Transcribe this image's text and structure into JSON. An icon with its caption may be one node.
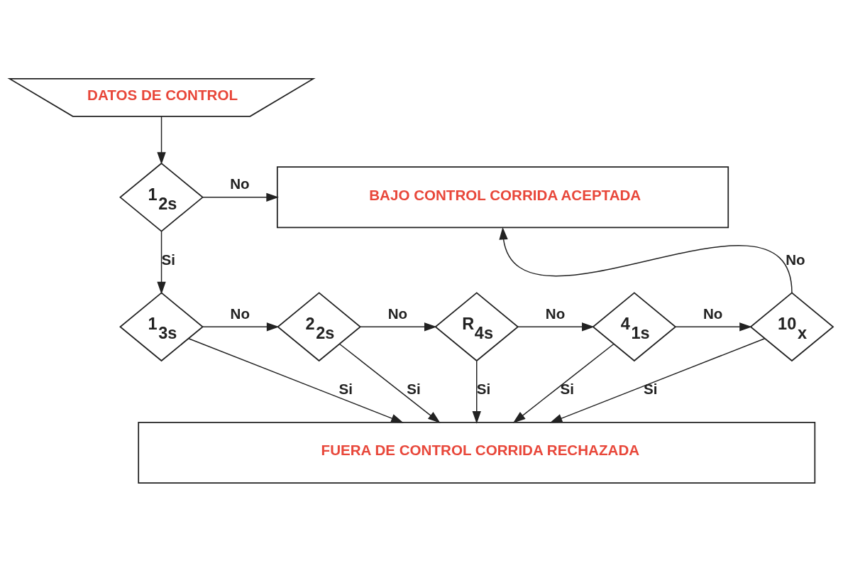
{
  "diagram": {
    "nodes": [
      {
        "text": [
          "DATOS DE CONTROL"
        ]
      },
      {
        "text": [
          "1$_{2s}$"
        ]
      },
      {
        "text": [
          "BAJO CONTROL CORRIDA ACEPTADA"
        ]
      },
      {
        "text": [
          "1$_{3s}$"
        ]
      },
      {
        "text": [
          "2$_{2s}$"
        ]
      },
      {
        "text": [
          "R$_{4s}$"
        ]
      },
      {
        "text": [
          "4$_{1s}$"
        ]
      },
      {
        "text": [
          "10$_{x}$"
        ]
      },
      {
        "text": [
          "FUERA DE CONTROL CORRIDA RECHAZADA"
        ]
      }
    ],
    "edges": [
      {
        "from": 0,
        "to": 1,
        "arrow": "to"
      },
      {
        "from": 1,
        "to": 2,
        "arrow": "to",
        "label": "No"
      },
      {
        "from": 1,
        "to": 3,
        "arrow": "to",
        "label": "Si"
      },
      {
        "from": 3,
        "to": 4,
        "arrow": "to",
        "label": "No"
      },
      {
        "from": 4,
        "to": 5,
        "arrow": "to",
        "label": "No"
      },
      {
        "from": 5,
        "to": 6,
        "arrow": "to",
        "label": "No"
      },
      {
        "from": 6,
        "to": 7,
        "arrow": "to",
        "label": "No"
      },
      {
        "from": 7,
        "to": 2,
        "arrow": "to",
        "label": "No"
      },
      {
        "from": 3,
        "to": 8,
        "arrow": "to",
        "label": "Si"
      },
      {
        "from": 4,
        "to": 8,
        "arrow": "to",
        "label": "Si"
      },
      {
        "from": 5,
        "to": 8,
        "arrow": "to",
        "label": "Si"
      },
      {
        "from": 6,
        "to": 8,
        "arrow": "to",
        "label": "Si"
      },
      {
        "from": 7,
        "to": 8,
        "arrow": "to",
        "label": "Si"
      }
    ]
  }
}
